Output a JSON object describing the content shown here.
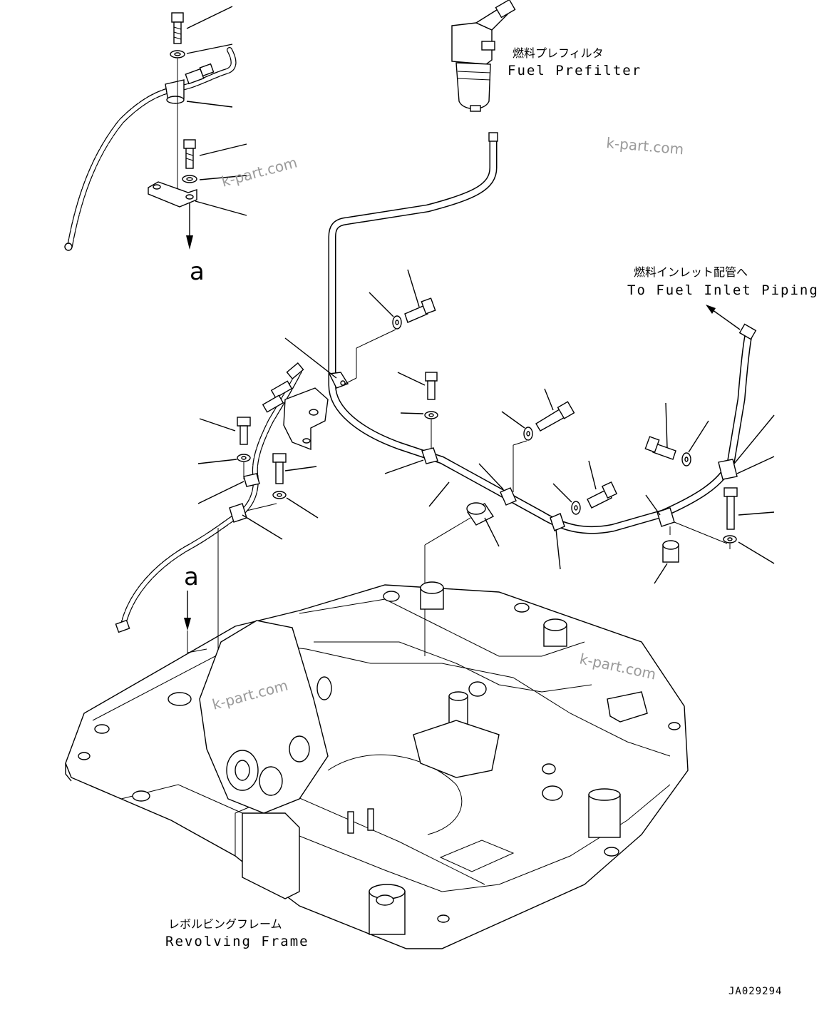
{
  "labels": {
    "fuel_prefilter_jp": "燃料プレフィルタ",
    "fuel_prefilter_en": "Fuel Prefilter",
    "fuel_inlet_jp": "燃料インレット配管へ",
    "fuel_inlet_en": "To Fuel Inlet Piping",
    "revolving_frame_jp": "レボルビングフレーム",
    "revolving_frame_en": "Revolving Frame",
    "view_letter_top": "a",
    "view_letter_bottom": "a"
  },
  "watermarks": [
    "k-part.com",
    "k-part.com",
    "k-part.com",
    "k-part.com"
  ],
  "drawing_code": "JA029294"
}
